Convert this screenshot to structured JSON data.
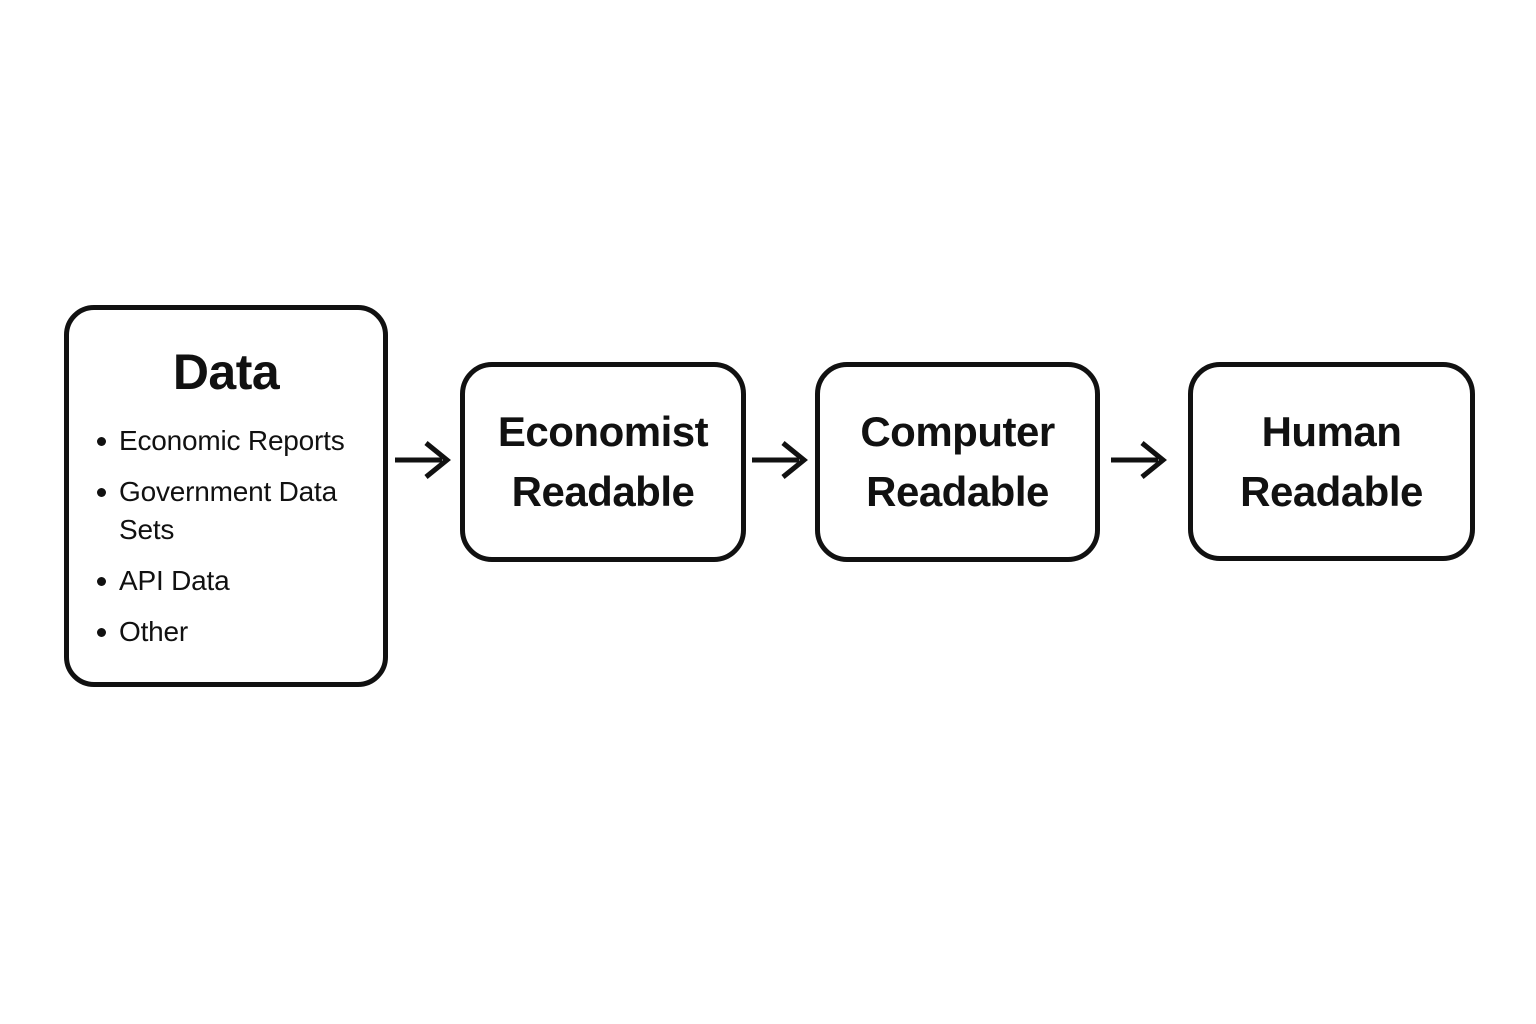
{
  "diagram": {
    "data_box": {
      "title": "Data",
      "bullets": [
        "Economic Reports",
        "Government Data Sets",
        "API Data",
        "Other"
      ]
    },
    "stages": [
      {
        "label": "Economist Readable"
      },
      {
        "label": "Computer Readable"
      },
      {
        "label": "Human Readable"
      }
    ],
    "colors": {
      "stroke": "#111111",
      "background": "#ffffff",
      "text": "#111111"
    }
  }
}
